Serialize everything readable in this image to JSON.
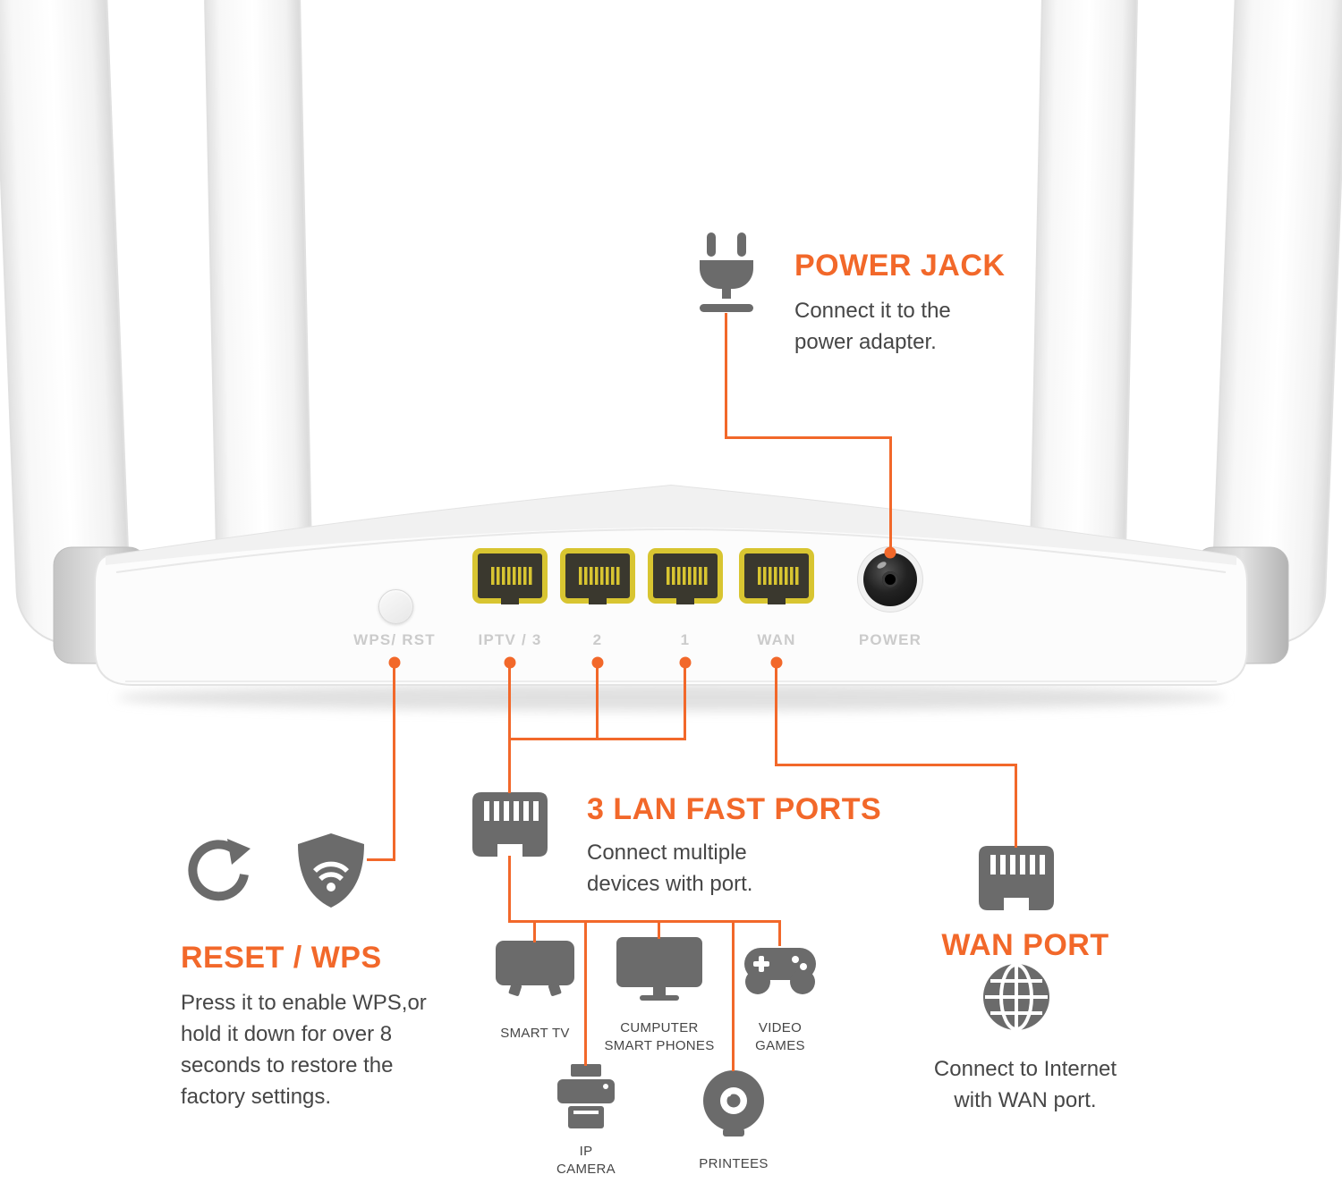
{
  "annotations": {
    "power": {
      "title": "POWER JACK",
      "desc": "Connect it to the\npower adapter."
    },
    "lan": {
      "title": "3 LAN FAST PORTS",
      "desc": "Connect multiple\ndevices with port."
    },
    "wan": {
      "title": "WAN PORT",
      "desc": "Connect to Internet\nwith WAN port."
    },
    "reset": {
      "title": "RESET / WPS",
      "desc": "Press it to enable WPS,or\nhold it down for over 8\nseconds to restore the\nfactory settings."
    }
  },
  "panel": {
    "wps_label": "WPS/ RST",
    "iptv_label": "IPTV / 3",
    "port2_label": "2",
    "port1_label": "1",
    "wan_label": "WAN",
    "power_label": "POWER"
  },
  "devices": {
    "smart_tv": "SMART TV",
    "computer": "CUMPUTER\nSMART PHONES",
    "video_games": "VIDEO\nGAMES",
    "ip_camera": "IP\nCAMERA",
    "printees": "PRINTEES"
  },
  "colors": {
    "accent": "#F2682A",
    "icon_gray": "#6B6B6B",
    "port_yellow": "#D8C531",
    "text_dark": "#464646",
    "panel_label": "#CBCBCB"
  }
}
